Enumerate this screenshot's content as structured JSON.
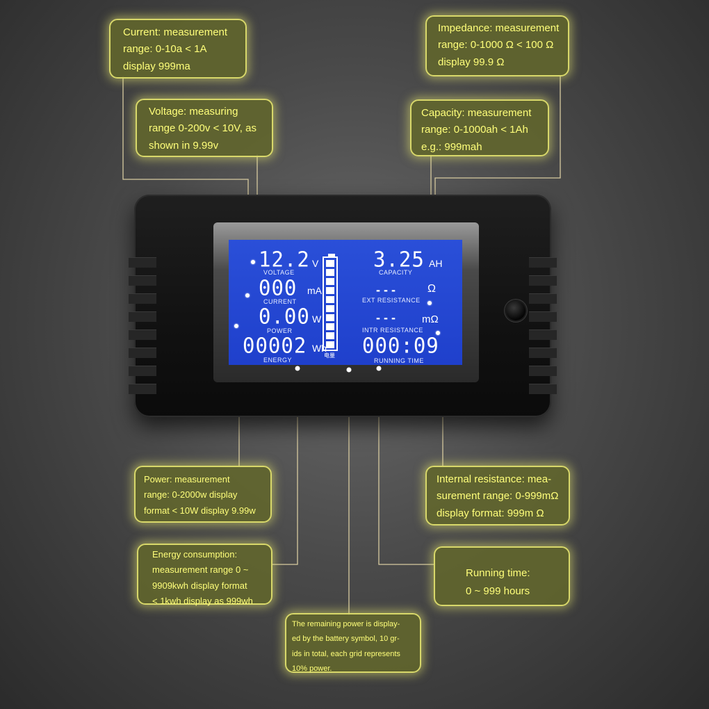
{
  "callouts": {
    "current": "Current: measurement\nrange: 0-10a < 1A\ndisplay 999ma",
    "voltage": "Voltage: measuring\nrange 0-200v < 10V, as\nshown in 9.99v",
    "impedance": "Impedance: measurement\nrange: 0-1000 Ω < 100 Ω\ndisplay 99.9 Ω",
    "capacity": "Capacity: measurement\nrange: 0-1000ah < 1Ah\ne.g.: 999mah",
    "power": "Power: measurement\nrange: 0-2000w display\nformat < 10W display 9.99w",
    "internal_resistance": "Internal resistance: mea-\nsurement range: 0-999mΩ\n display format: 999m Ω",
    "energy": "Energy consumption:\nmeasurement range 0 ~\n9909kwh display format\n< 1kwh display as 999wh",
    "running_time": "Running time:\n0 ~ 999 hours",
    "battery": "The remaining power is display-\ned by the battery symbol, 10 gr-\nids in total, each grid represents\n10% power."
  },
  "lcd": {
    "voltage_value": "12.2",
    "voltage_unit": "V",
    "voltage_label": "VOLTAGE",
    "current_value": "000",
    "current_unit": "mA",
    "current_label": "CURRENT",
    "power_value": "0.00",
    "power_unit": "W",
    "power_label": "POWER",
    "energy_value": "00002",
    "energy_unit": "Wh",
    "energy_label": "ENERGY",
    "capacity_value": "3.25",
    "capacity_unit": "AH",
    "capacity_label": "CAPACITY",
    "ext_resistance_value": "- - -",
    "ext_resistance_unit": "Ω",
    "ext_resistance_label": "EXT RESISTANCE",
    "intr_resistance_value": "- - -",
    "intr_resistance_unit": "mΩ",
    "intr_resistance_label": "INTR RESISTANCE",
    "running_time_value": "000:09",
    "running_time_label": "RUNNING TIME",
    "battery_label": "电量",
    "battery_level": 1.0
  },
  "colors": {
    "callout_text": "#ffff7a",
    "callout_border": "#d8d86a",
    "lcd_blue": "#2047d0",
    "leader_line": "#d8cba0"
  }
}
